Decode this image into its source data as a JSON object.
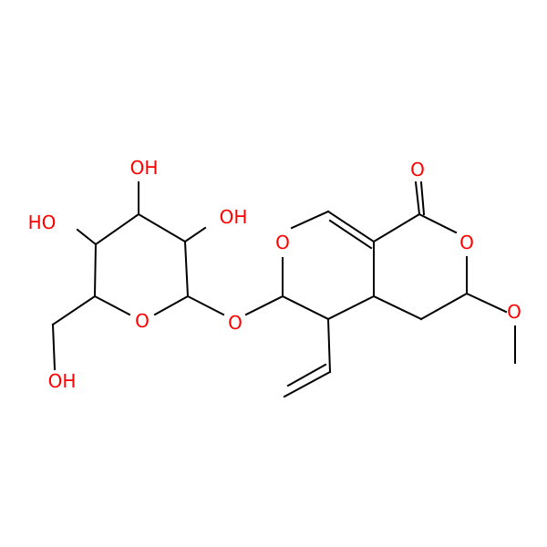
{
  "colors": {
    "carbon_bond": "#000000",
    "heteroatom": "#ff0000",
    "background": "#ffffff"
  },
  "labels": {
    "oh_top": "OH",
    "ho_left": "HO",
    "oh_right": "OH",
    "ring_o_sugar": "O",
    "glycosidic_o": "O",
    "oh_bottom": "OH",
    "ring_o_pyran": "O",
    "carbonyl_o": "O",
    "lactone_o": "O",
    "methoxy_o": "O"
  }
}
